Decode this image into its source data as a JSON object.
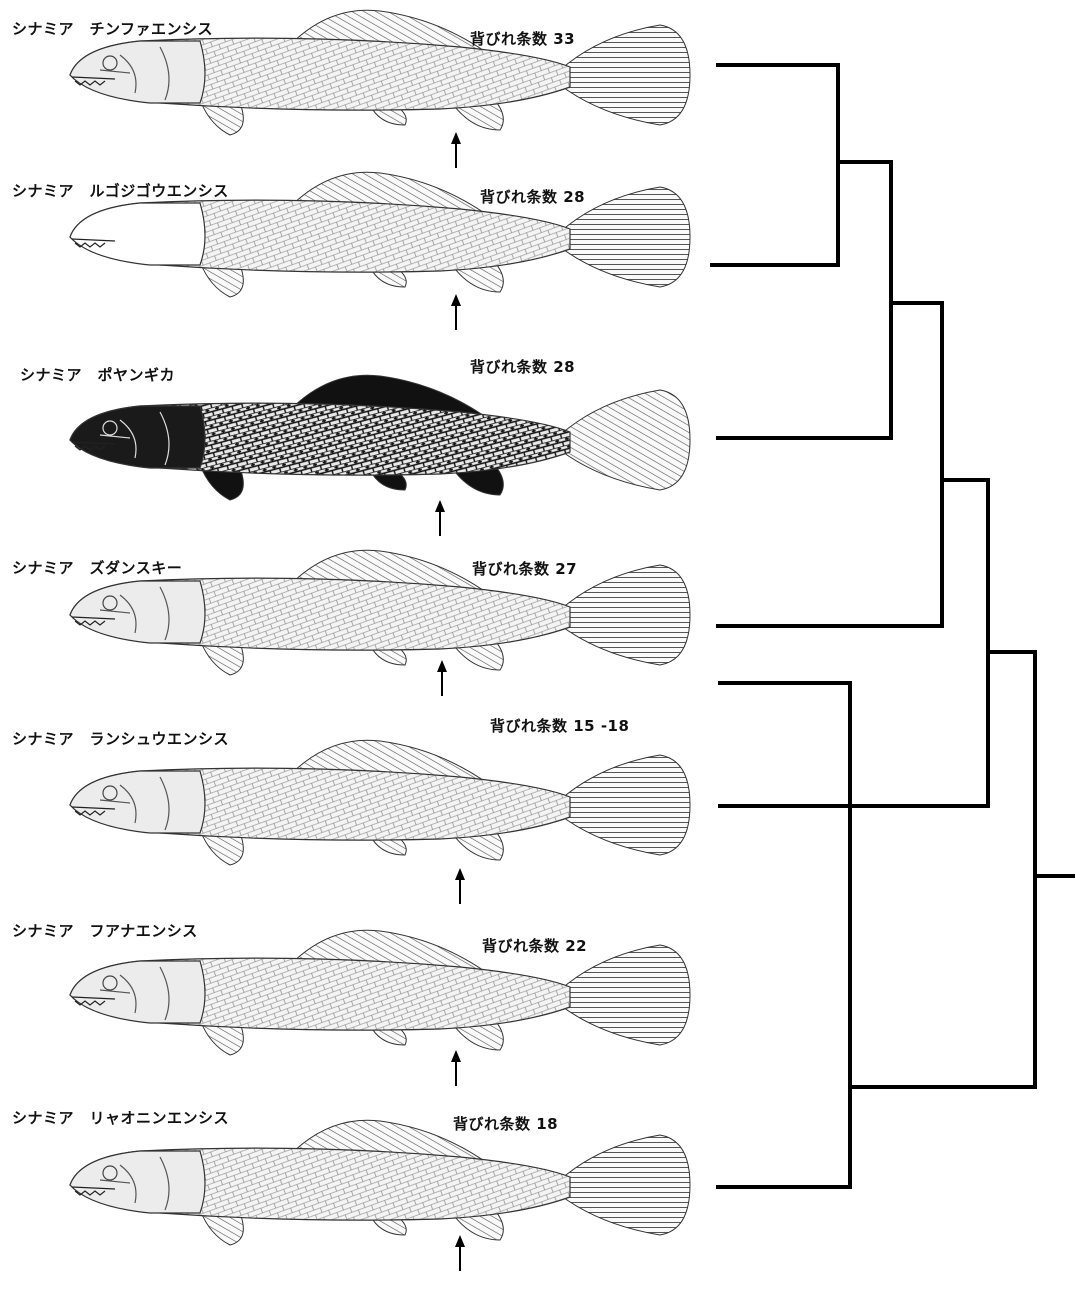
{
  "species": [
    {
      "name": "シナミア　チンファエンシス",
      "count": "背びれ条数 33"
    },
    {
      "name": "シナミア　ルゴジゴウエンシス",
      "count": "背びれ条数 28"
    },
    {
      "name": "シナミア　ポヤンギカ",
      "count": "背びれ条数 28"
    },
    {
      "name": "シナミア　ズダンスキー",
      "count": "背びれ条数 27"
    },
    {
      "name": "シナミア　ランシュウエンシス",
      "count": "背びれ条数 15 -18"
    },
    {
      "name": "シナミア　フアナエンシス",
      "count": "背びれ条数 22"
    },
    {
      "name": "シナミア　リャオニンエンシス",
      "count": "背びれ条数 18"
    }
  ]
}
